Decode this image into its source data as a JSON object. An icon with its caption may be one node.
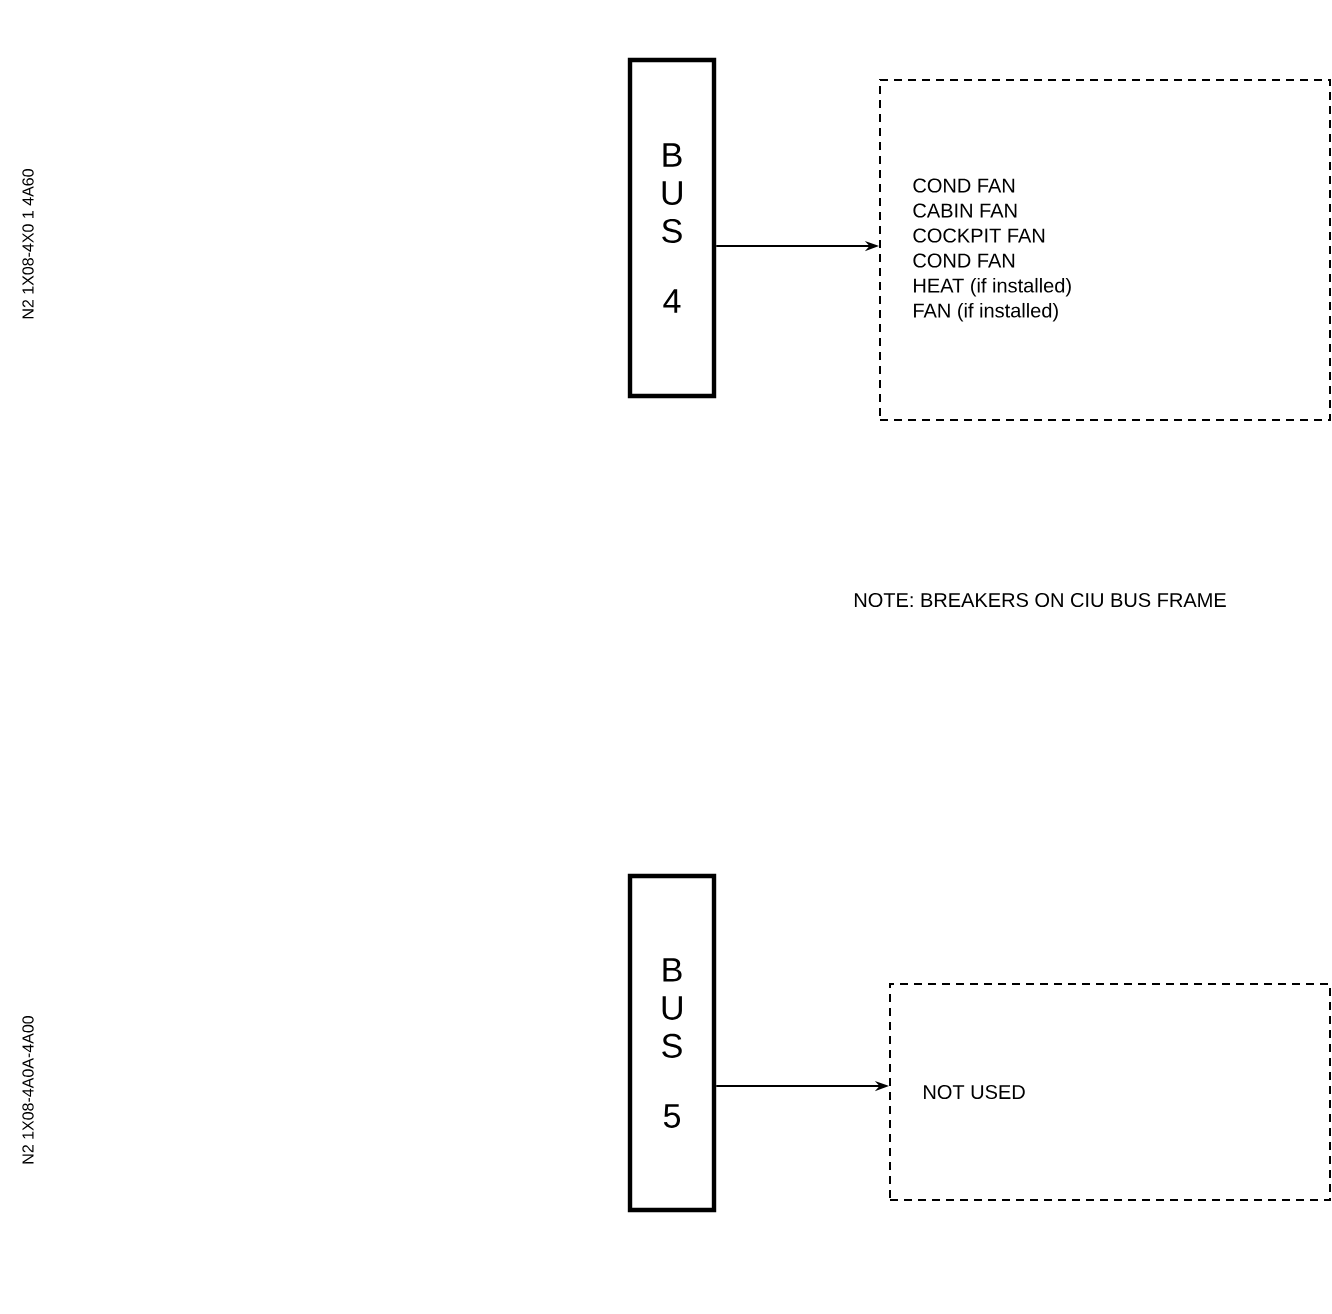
{
  "diagram": {
    "nodes": [
      {
        "text": [
          "B U S",
          "4"
        ]
      },
      {
        "text": [
          "COND FAN",
          "CABIN FAN",
          "COCKPIT FAN",
          "COND FAN",
          "HEAT (if installed)",
          "FAN (if installed)"
        ]
      },
      {
        "text": [
          "B U S",
          "5"
        ]
      },
      {
        "text": [
          "NOT USED"
        ]
      }
    ],
    "edges": [
      {
        "from": 0,
        "to": 1,
        "arrow": "to"
      },
      {
        "from": 2,
        "to": 3,
        "arrow": "to"
      }
    ],
    "labels": [
      "N2 1X08-4X0 1 4A60",
      "NOTE: BREAKERS ON CIU BUS FRAME",
      "N2 1X08-4A0A-4A00"
    ]
  }
}
